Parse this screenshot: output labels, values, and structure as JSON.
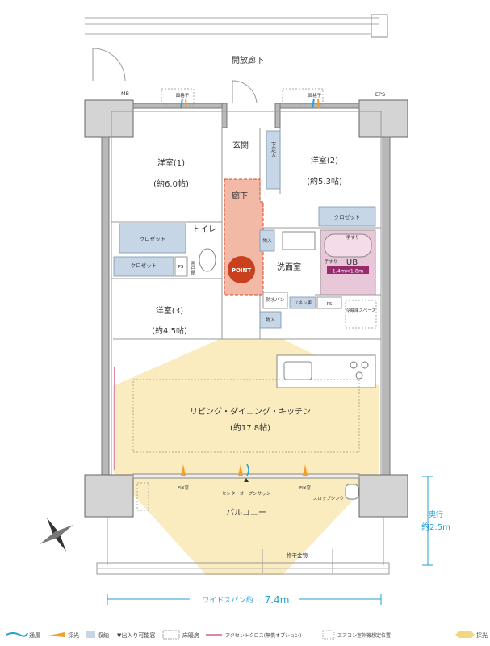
{
  "plan": {
    "corridor": "開放廊下",
    "mb": "MB",
    "eps": "EPS",
    "window_grille": "面格子",
    "rooms": {
      "western1": {
        "name": "洋室(1)",
        "size": "(約6.0帖)"
      },
      "western2": {
        "name": "洋室(2)",
        "size": "(約5.3帖)"
      },
      "western3": {
        "name": "洋室(3)",
        "size": "(約4.5帖)"
      },
      "ldk": {
        "name": "リビング・ダイニング・キッチン",
        "size": "(約17.8帖)"
      },
      "entrance": "玄関",
      "hallway": "廊下",
      "toilet": "トイレ",
      "washroom": "洗面室",
      "balcony": "バルコニー"
    },
    "storage": {
      "shoe": "下足入",
      "closet": "クロゼット",
      "storage": "物入",
      "linen": "リネン庫",
      "hanging_cabinet": "吊戸棚",
      "ps": "PS"
    },
    "bath": {
      "name": "UB",
      "size": "1.4m×1.8m",
      "handrail": "手すり"
    },
    "waterproof_pan": "防水パン",
    "fridge_space": "冷蔵庫スペース",
    "point_badge": "POINT",
    "fix_window": "FIX窓",
    "center_sash": "センターオープンサッシ",
    "slop_sink": "スロップシンク",
    "drying_hardware": "物干金物",
    "depth_label": "奥行",
    "depth_value": "約2.5m",
    "span_label": "ワイドスパン約",
    "span_value": "7.4m"
  },
  "legend": [
    {
      "label": "通風",
      "color": "#2a9fd0"
    },
    {
      "label": "採光",
      "color": "#f0a030"
    },
    {
      "label": "収納",
      "color": "#c6d6e6"
    },
    {
      "label": "▼出入り可能窓",
      "color": "#555555"
    },
    {
      "label": "床暖房",
      "color": "#aaaaaa"
    },
    {
      "label": "アクセントクロス(無償オプション)",
      "color": "#d98aa8"
    },
    {
      "label": "エアコン室外機想定位置",
      "color": "#aaaaaa"
    },
    {
      "label": "採光",
      "color": "#f5d680"
    }
  ],
  "colors": {
    "point": "#c8401e",
    "hall": "#f2b9a6",
    "ub": "#e8c8d8",
    "light": "#f8e6a8",
    "dimension": "#2a9fd0"
  }
}
